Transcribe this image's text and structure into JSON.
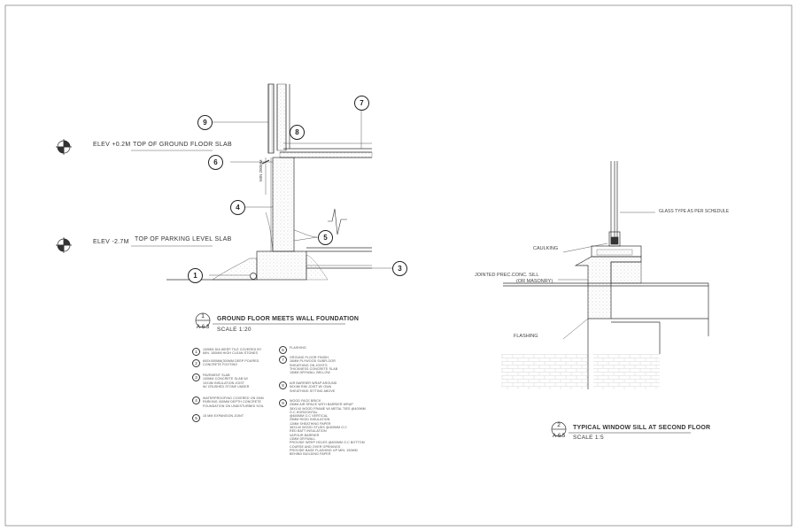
{
  "left_detail": {
    "elevation_upper": {
      "level": "ELEV +0.2M",
      "label": "TOP OF GROUND FLOOR SLAB"
    },
    "elevation_lower": {
      "level": "ELEV -2.7M",
      "label": "TOP OF PARKING LEVEL SLAB"
    },
    "dimension_text": "MIN 200MM",
    "callouts": [
      "1",
      "3",
      "4",
      "5",
      "6",
      "7",
      "8",
      "9"
    ],
    "title": {
      "number": "1",
      "sheet": "A-6.3",
      "text": "GROUND FLOOR MEETS WALL FOUNDATION",
      "scale": "SCALE   1:20"
    },
    "notes_left": [
      {
        "num": "1",
        "text": "100MM DIA WEEP TILE COVERED BY\nMIN. 150MM HIGH CLEAN STONES"
      },
      {
        "num": "2",
        "text": "600X400MM(300MM DEEP POURED\nCONCRETE FOOTING"
      },
      {
        "num": "3",
        "text": "PAVEMENT SLAB\n100MM CONCRETE SLAB W/\n10X4M INSULATION JOIST\nW/ CRUSHED STONE UNDER"
      },
      {
        "num": "4",
        "text": "WATERPROOFING COVERED ON 2MM\nPARKING 400MM DEPTH CONCRETE\nFOUNDATION ON UNDISTURBED SOIL"
      },
      {
        "num": "5",
        "text": "15 MM EXPANSION JOINT"
      }
    ],
    "notes_right": [
      {
        "num": "6",
        "text": "FLASHING"
      },
      {
        "num": "7",
        "text": "GROUND FLOOR FINISH\n16MM PLYWOOD SUBFLOOR\nSHEATHING ON JOISTS\nTHICKNESS CONCRETE SLAB\n15MM DRYWALL BELLOW"
      },
      {
        "num": "8",
        "text": "AIR BARRIER WRAP AROUND\n50X4M RIM JOIST W/ OWA\nSHEATHING SITTING ABOVE"
      },
      {
        "num": "9",
        "text": "WOOD FACE BRICK\n25MM AIR SPACE WITH BARRIER WRAP\n38X140 WOOD FRAME W/ METAL TIES @400MM\nO.C HORIZONTAL\n@600MM O.C VERTICAL\n25MM RIGID INSULATION\n12MM SHEATHING PAPER\n38X140 WOOD STUDS @400MM O.C\nRED BATT INSULATION\nVAPOUR BARRIER\n13MM DRYWALL\nPROVIDE WEEP HOLES @800MM O.C BOTTOM\nCOURSE AND OVER OPENINGS\nPROVIDE BASE FLASHING UP MIN. 150MM\nBEHIND BUILDING PAPER"
      }
    ]
  },
  "right_detail": {
    "labels": {
      "glass": "GLASS TYPE AS PER SCHEDULE",
      "caulking": "CAULKING",
      "sill_line1": "JOINTED PREC.CONC. SILL",
      "sill_line2": "(OR MASONRY)",
      "flashing": "FLASHING"
    },
    "title": {
      "number": "2",
      "sheet": "A-6.5",
      "text": "TYPICAL WINDOW SILL AT SECOND FLOOR",
      "scale": "SCALE   1:5"
    }
  },
  "colors": {
    "line": "#333333",
    "hatch": "#bbbbbb",
    "frame": "#888888"
  }
}
